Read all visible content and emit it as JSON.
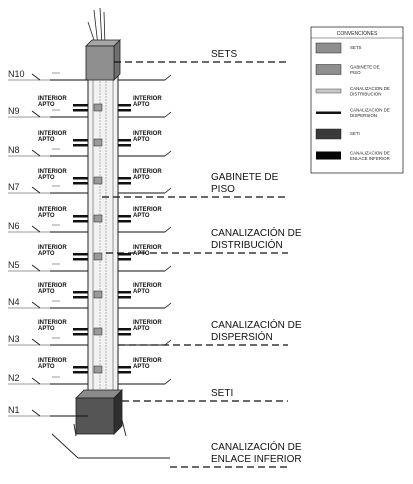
{
  "levels": [
    "N10",
    "N9",
    "N8",
    "N7",
    "N6",
    "N5",
    "N4",
    "N3",
    "N2",
    "N1"
  ],
  "interior_label": [
    "INTERIOR",
    "APTO"
  ],
  "callouts": {
    "sets": [
      "SETS"
    ],
    "gabinete": [
      "GABINETE DE",
      "PISO"
    ],
    "distribucion": [
      "CANALIZACIÓN DE",
      "DISTRIBUCIÓN"
    ],
    "dispersion": [
      "CANALIZACIÓN DE",
      "DISPERSIÓN"
    ],
    "seti": [
      "SETI"
    ],
    "enlace": [
      "CANALIZACIÓN DE",
      "ENLACE INFERIOR"
    ]
  },
  "legend": {
    "title": "CONVENCIONES",
    "items": [
      {
        "symbol": "gray-box",
        "lines": [
          "SETS"
        ]
      },
      {
        "symbol": "gray-box",
        "lines": [
          "GABINETE DE",
          "PISO"
        ]
      },
      {
        "symbol": "hatched-bar",
        "lines": [
          "CANALIZACION DE",
          "DISTRIBUCION"
        ]
      },
      {
        "symbol": "thick-line",
        "lines": [
          "CANALIZACION DE",
          "DISPERSION"
        ]
      },
      {
        "symbol": "dark-box",
        "lines": [
          "SETI"
        ]
      },
      {
        "symbol": "black-bar",
        "lines": [
          "CANALIZACION DE",
          "ENLACE INFERIOR"
        ]
      }
    ]
  },
  "colors": {
    "ink": "#111111",
    "gray": "#8a8a8a",
    "dark": "#3a3a3a",
    "fill": "#b5b5b5"
  }
}
